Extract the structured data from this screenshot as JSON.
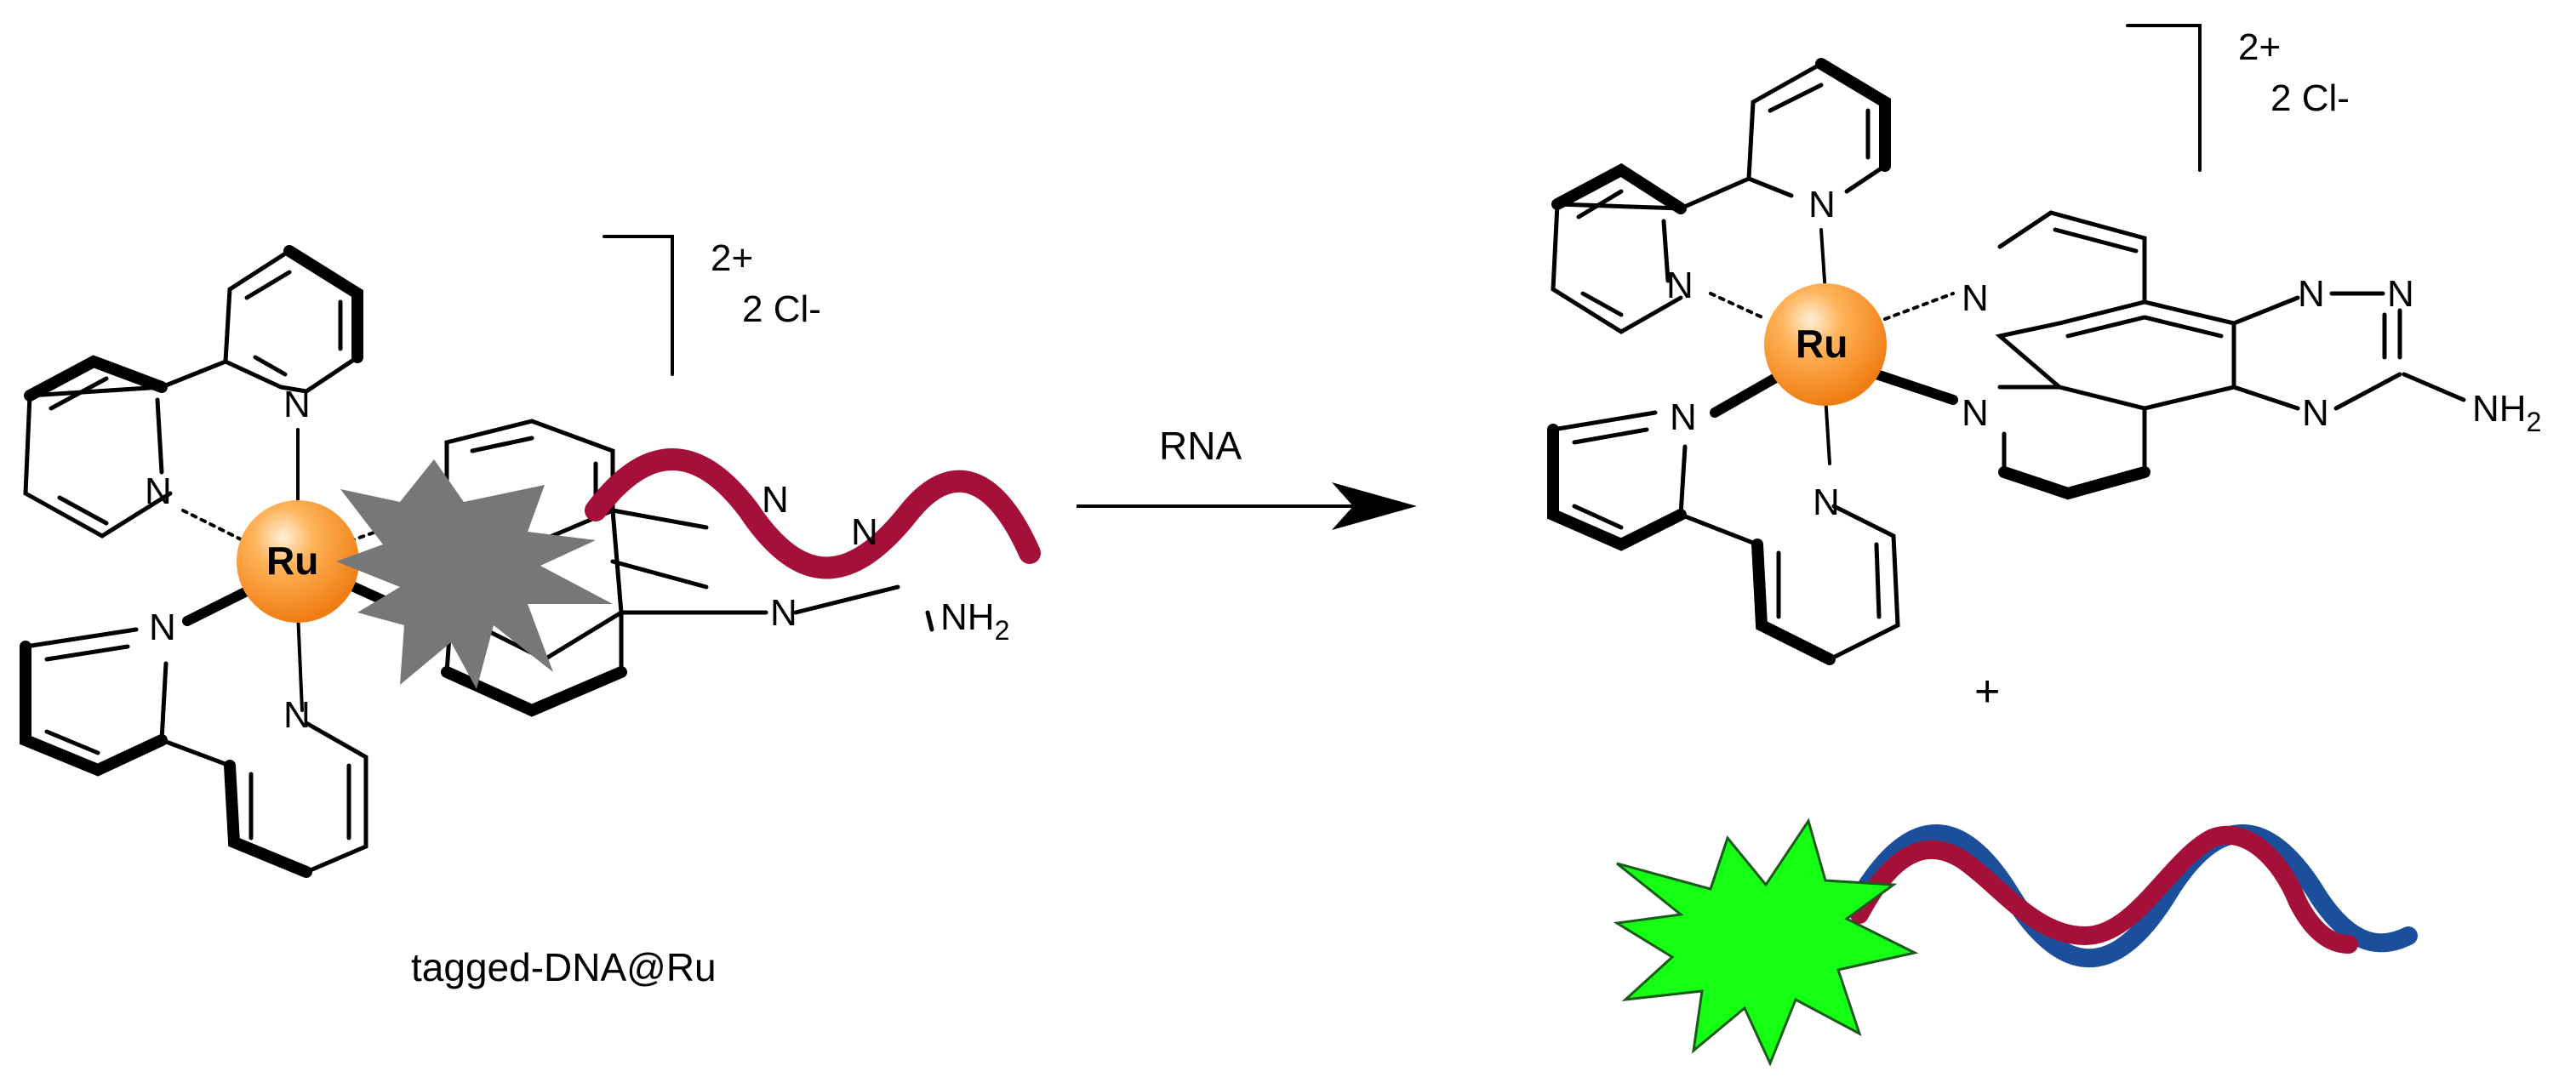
{
  "atoms": {
    "metal": "Ru",
    "nitrogen": "N",
    "amine": "NH",
    "amine_sub": "2"
  },
  "charge": {
    "value": "2+",
    "counterion": "2 Cl-"
  },
  "reaction": {
    "reagent": "RNA",
    "plus": "+"
  },
  "reactant_label": "tagged-DNA@Ru",
  "colors": {
    "metal_core": "#ff9a2a",
    "metal_highlight": "#ffe2b8",
    "quencher_star": "#777777",
    "fluor_star": "#14ff14",
    "strand_red": "#a4103a",
    "strand_blue": "#1b4f9c"
  }
}
